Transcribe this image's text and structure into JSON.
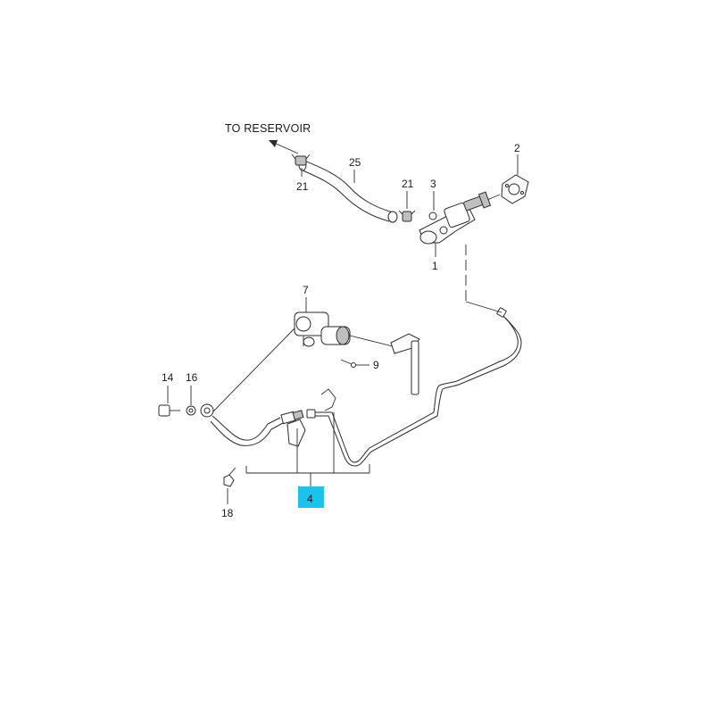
{
  "diagram": {
    "direction_label": "TO RESERVOIR",
    "highlight_color": "#19c3ea",
    "callouts": {
      "c25": "25",
      "c21a": "21",
      "c21b": "21",
      "c3": "3",
      "c2": "2",
      "c1": "1",
      "c7": "7",
      "c9": "9",
      "c14": "14",
      "c16": "16",
      "c18": "18",
      "c4": "4"
    }
  }
}
